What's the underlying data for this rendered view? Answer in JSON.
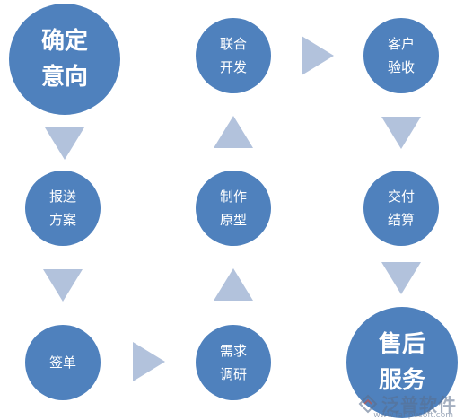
{
  "nodes": {
    "confirm_intent": "确定\n意向",
    "send_proposal": "报送\n方案",
    "sign": "签单",
    "requirement_research": "需求\n调研",
    "make_prototype": "制作\n原型",
    "joint_development": "联合\n开发",
    "customer_acceptance": "客户\n验收",
    "delivery_settlement": "交付\n结算",
    "after_sales_service": "售后\n服务"
  },
  "colors": {
    "node": "#4f81bd",
    "arrow": "#b2c2dc",
    "background": "#ffffff"
  },
  "watermark": {
    "brand": "泛普软件",
    "url": "www.fanpusoft.com"
  }
}
